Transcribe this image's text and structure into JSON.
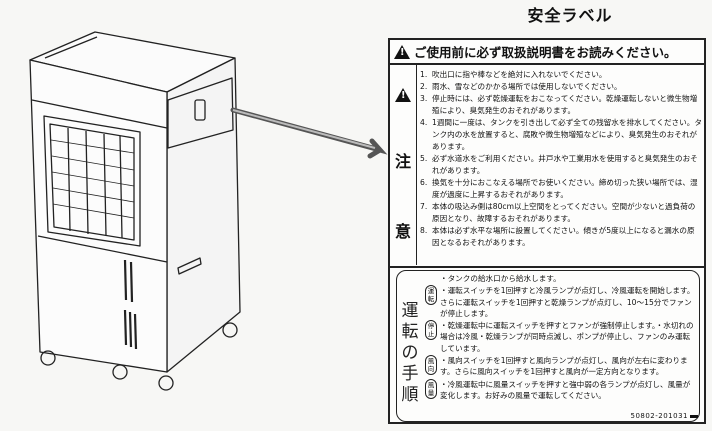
{
  "title": "安全ラベル",
  "warning_header": "ご使用前に必ず取扱説明書をお読みください。",
  "caution_label": [
    "注",
    "意"
  ],
  "caution_items": [
    {
      "num": "1.",
      "text": "吹出口に指や棒などを絶対に入れないでください。"
    },
    {
      "num": "2.",
      "text": "雨水、雪などのかかる場所では使用しないでください。"
    },
    {
      "num": "3.",
      "text": "停止時には、必ず乾燥運転をおこなってください。乾燥運転しないと微生物増殖により、臭気発生のおそれがあります。"
    },
    {
      "num": "4.",
      "text": "1週間に一度は、タンクを引き出して必ず全ての残留水を排水してください。タンク内の水を放置すると、腐敗や微生物増殖などにより、臭気発生のおそれがあります。"
    },
    {
      "num": "5.",
      "text": "必ず水道水をご利用ください。井戸水や工業用水を使用すると臭気発生のおそれがあります。"
    },
    {
      "num": "6.",
      "text": "換気を十分におこなえる場所でお使いください。締め切った狭い場所では、湿度が過度に上昇するおそれがあります。"
    },
    {
      "num": "7.",
      "text": "本体の吸込み側は80cm以上空間をとってください。空間が少ないと過負荷の原因となり、故障するおそれがあります。"
    },
    {
      "num": "8.",
      "text": "本体は必ず水平な場所に設置してください。傾きが5度以上になると漏水の原因となるおそれがあります。"
    }
  ],
  "operation_label": "運転の手順",
  "operation_steps": [
    {
      "tag": "",
      "text": "・タンクの給水口から給水します。"
    },
    {
      "tag": "運転",
      "text": "・運転スイッチを1回押すと冷風ランプが点灯し、冷風運転を開始します。さらに運転スイッチを1回押すと乾燥ランプが点灯し、10〜15分でファンが停止します。"
    },
    {
      "tag": "停止",
      "text": "・乾燥運転中に運転スイッチを押すとファンが強制停止します。・水切れの場合は冷風・乾燥ランプが同時点滅し、ポンプが停止し、ファンのみ運転しています。"
    },
    {
      "tag": "風向",
      "text": "・風向スイッチを1回押すと風向ランプが点灯し、風向が左右に変わります。さらに風向スイッチを1回押すと風向が一定方向となります。"
    },
    {
      "tag": "風量",
      "text": "・冷風運転中に風量スイッチを押すと強中弱の各ランプが点灯し、風量が変化します。お好みの風量で運転してください。"
    }
  ],
  "label_code": "50802-201031"
}
